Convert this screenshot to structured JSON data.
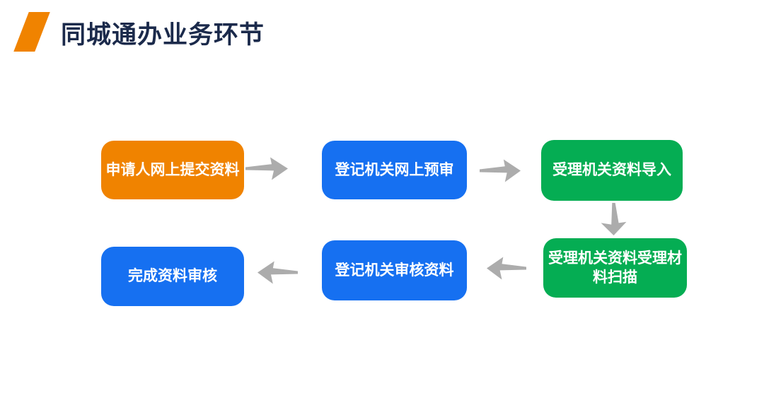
{
  "header": {
    "title": "同城通办业务环节",
    "title_color": "#1B2A4B",
    "accent_color": "#F08300"
  },
  "flow": {
    "arrow_color": "#ACACAC",
    "nodes": [
      {
        "label": "申请人网上提交资料",
        "color": "#F08300"
      },
      {
        "label": "登记机关网上预审",
        "color": "#1670F1"
      },
      {
        "label": "受理机关资料导入",
        "color": "#05AD53"
      },
      {
        "label": "受理机关资料受理材料扫描",
        "color": "#05AD53"
      },
      {
        "label": "登记机关审核资料",
        "color": "#1670F1"
      },
      {
        "label": "完成资料审核",
        "color": "#1670F1"
      }
    ],
    "arrows": [
      {
        "from": "申请人网上提交资料",
        "to": "登记机关网上预审",
        "direction": "right"
      },
      {
        "from": "登记机关网上预审",
        "to": "受理机关资料导入",
        "direction": "right"
      },
      {
        "from": "受理机关资料导入",
        "to": "受理机关资料受理材料扫描",
        "direction": "down"
      },
      {
        "from": "受理机关资料受理材料扫描",
        "to": "登记机关审核资料",
        "direction": "left"
      },
      {
        "from": "登记机关审核资料",
        "to": "完成资料审核",
        "direction": "left"
      }
    ]
  }
}
